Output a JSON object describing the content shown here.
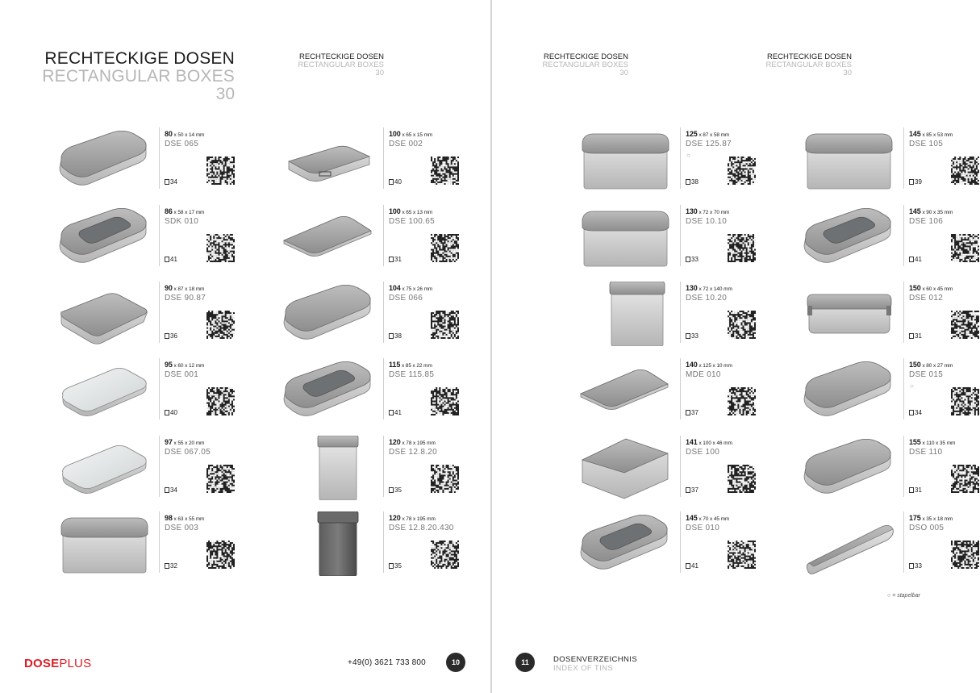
{
  "left_page": {
    "title_de": "RECHTECKIGE DOSEN",
    "title_en": "RECTANGULAR BOXES",
    "title_page": "30",
    "column_header": {
      "de": "RECHTECKIGE DOSEN",
      "en": "RECTANGULAR BOXES",
      "page": "30"
    },
    "logo": {
      "dose": "DOSE",
      "plus": "PLUS"
    },
    "phone": "+49(0) 3621 733 800",
    "page_number": "10",
    "columns": [
      [
        {
          "dim_first": "80",
          "dim_rest": "x 50 x 14 mm",
          "code": "DSE 065",
          "page": "34",
          "shape": "flat-rounded",
          "stackable": false
        },
        {
          "dim_first": "86",
          "dim_rest": "x 58 x 17 mm",
          "code": "SDK 010",
          "page": "41",
          "shape": "window",
          "stackable": false
        },
        {
          "dim_first": "90",
          "dim_rest": "x 87 x 18 mm",
          "code": "DSE 90.87",
          "page": "36",
          "shape": "flat-square",
          "stackable": false
        },
        {
          "dim_first": "95",
          "dim_rest": "x 60 x 12 mm",
          "code": "DSE 001",
          "page": "40",
          "shape": "flat-white",
          "stackable": false
        },
        {
          "dim_first": "97",
          "dim_rest": "x 55 x 20 mm",
          "code": "DSE 067.05",
          "page": "34",
          "shape": "flat-white",
          "stackable": false
        },
        {
          "dim_first": "98",
          "dim_rest": "x 63 x 55 mm",
          "code": "DSE 003",
          "page": "32",
          "shape": "box-tall",
          "stackable": false
        }
      ],
      [
        {
          "dim_first": "100",
          "dim_rest": "x 65 x 15 mm",
          "code": "DSE 002",
          "page": "40",
          "shape": "briefcase",
          "stackable": false
        },
        {
          "dim_first": "100",
          "dim_rest": "x 65 x 13 mm",
          "code": "DSE 100.65",
          "page": "31",
          "shape": "flat-thin",
          "stackable": false
        },
        {
          "dim_first": "104",
          "dim_rest": "x 75 x 26 mm",
          "code": "DSE 066",
          "page": "38",
          "shape": "flat-rounded",
          "stackable": false
        },
        {
          "dim_first": "115",
          "dim_rest": "x 85 x 22 mm",
          "code": "DSE 115.85",
          "page": "41",
          "shape": "window",
          "stackable": false
        },
        {
          "dim_first": "120",
          "dim_rest": "x 78 x 195 mm",
          "code": "DSE 12.8.20",
          "page": "35",
          "shape": "upright",
          "stackable": false
        },
        {
          "dim_first": "120",
          "dim_rest": "x 78 x 195 mm",
          "code": "DSE 12.8.20.430",
          "page": "35",
          "shape": "upright-dark",
          "stackable": false
        }
      ]
    ]
  },
  "right_page": {
    "column_headers": [
      {
        "de": "RECHTECKIGE DOSEN",
        "en": "RECTANGULAR BOXES",
        "page": "30"
      },
      {
        "de": "RECHTECKIGE DOSEN",
        "en": "RECTANGULAR BOXES",
        "page": "30"
      }
    ],
    "page_number": "11",
    "index_de": "DOSENVERZEICHNIS",
    "index_en": "INDEX OF TINS",
    "legend": "= stapelbar",
    "columns": [
      [
        {
          "dim_first": "125",
          "dim_rest": "x 87 x 58 mm",
          "code": "DSE 125.87",
          "page": "38",
          "shape": "box-tall",
          "stackable": true
        },
        {
          "dim_first": "130",
          "dim_rest": "x 72 x 70 mm",
          "code": "DSE 10.10",
          "page": "33",
          "shape": "box-tall",
          "stackable": false
        },
        {
          "dim_first": "130",
          "dim_rest": "x 72 x 140 mm",
          "code": "DSE 10.20",
          "page": "33",
          "shape": "upright-wide",
          "stackable": false
        },
        {
          "dim_first": "140",
          "dim_rest": "x 125 x 10 mm",
          "code": "MDE 010",
          "page": "37",
          "shape": "flat-thin",
          "stackable": false
        },
        {
          "dim_first": "141",
          "dim_rest": "x 100 x 46 mm",
          "code": "DSE 100",
          "page": "37",
          "shape": "box-open",
          "stackable": false
        },
        {
          "dim_first": "145",
          "dim_rest": "x 70 x 45 mm",
          "code": "DSE 010",
          "page": "41",
          "shape": "window",
          "stackable": false
        }
      ],
      [
        {
          "dim_first": "145",
          "dim_rest": "x 85 x 53 mm",
          "code": "DSE 105",
          "page": "39",
          "shape": "box-tall",
          "stackable": false
        },
        {
          "dim_first": "145",
          "dim_rest": "x 90 x 35 mm",
          "code": "DSE 106",
          "page": "41",
          "shape": "window",
          "stackable": false
        },
        {
          "dim_first": "150",
          "dim_rest": "x 60 x 45 mm",
          "code": "DSE 012",
          "page": "31",
          "shape": "clasp",
          "stackable": false
        },
        {
          "dim_first": "150",
          "dim_rest": "x 80 x 27 mm",
          "code": "DSE 015",
          "page": "34",
          "shape": "flat-rounded",
          "stackable": true
        },
        {
          "dim_first": "155",
          "dim_rest": "x 110 x 35 mm",
          "code": "DSE 110",
          "page": "31",
          "shape": "flat-rounded",
          "stackable": false
        },
        {
          "dim_first": "175",
          "dim_rest": "x 35 x 18 mm",
          "code": "DSO 005",
          "page": "33",
          "shape": "pencil",
          "stackable": false
        }
      ]
    ]
  }
}
